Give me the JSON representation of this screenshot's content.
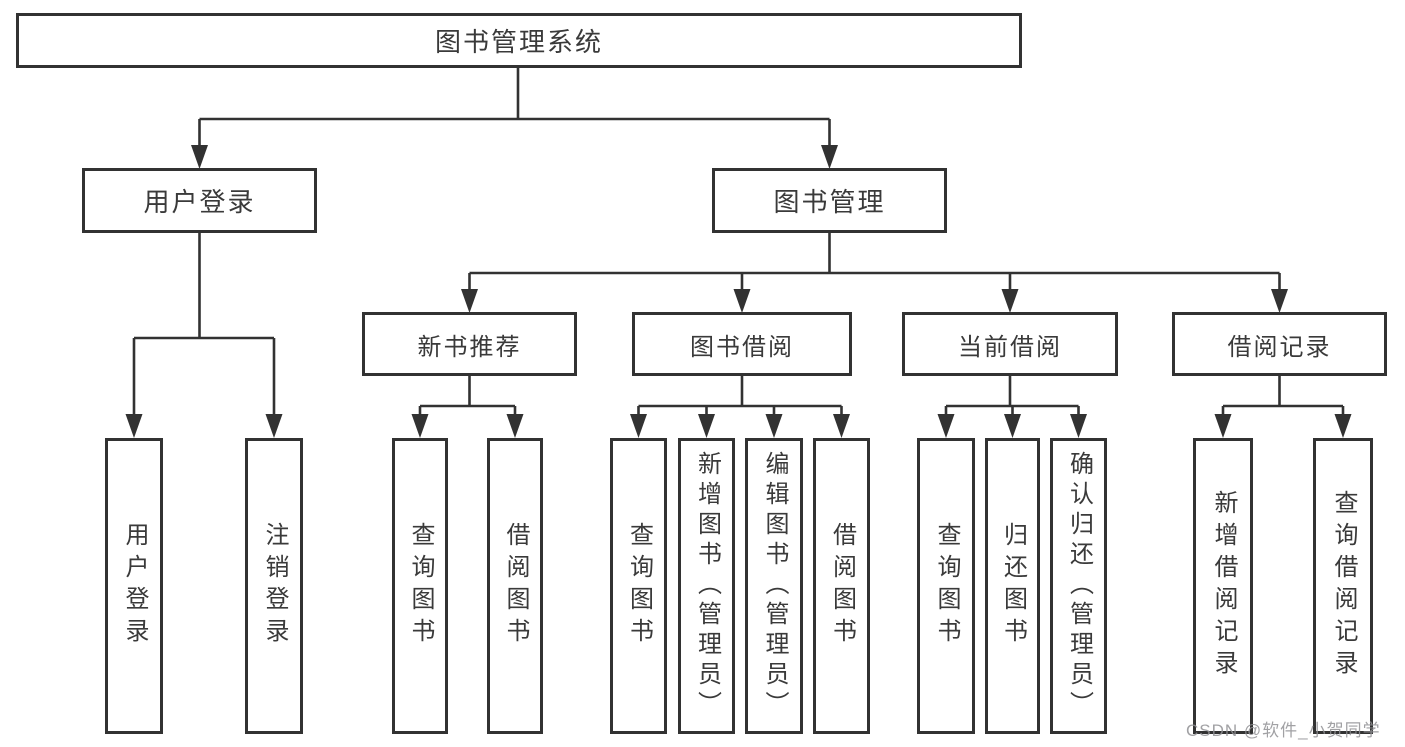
{
  "diagram": {
    "root": {
      "label": "图书管理系统"
    },
    "level2": {
      "user_login": {
        "label": "用户登录"
      },
      "book_mgmt": {
        "label": "图书管理"
      }
    },
    "level3": {
      "new_book": {
        "label": "新书推荐"
      },
      "book_borrow": {
        "label": "图书借阅"
      },
      "current_borrow": {
        "label": "当前借阅"
      },
      "borrow_record": {
        "label": "借阅记录"
      }
    },
    "leaves": {
      "user_login_leaf": {
        "label": "用户登录"
      },
      "logout": {
        "label": "注销登录"
      },
      "nb_query_books": {
        "label": "查询图书"
      },
      "nb_borrow_books": {
        "label": "借阅图书"
      },
      "bb_query_books": {
        "label": "查询图书"
      },
      "bb_add_books": {
        "label": "新增图书（管理员）"
      },
      "bb_edit_books": {
        "label": "编辑图书（管理员）"
      },
      "bb_borrow_books": {
        "label": "借阅图书"
      },
      "cb_query_books": {
        "label": "查询图书"
      },
      "cb_return_books": {
        "label": "归还图书"
      },
      "cb_confirm_return": {
        "label": "确认归还（管理员）"
      },
      "br_add_record": {
        "label": "新增借阅记录"
      },
      "br_query_record": {
        "label": "查询借阅记录"
      }
    }
  },
  "watermark": {
    "text": "CSDN @软件_小贺同学"
  },
  "colors": {
    "line": "#323232",
    "box_border": "#323232",
    "text": "#3a3a3a",
    "watermark": "#919194",
    "background": "#ffffff"
  }
}
